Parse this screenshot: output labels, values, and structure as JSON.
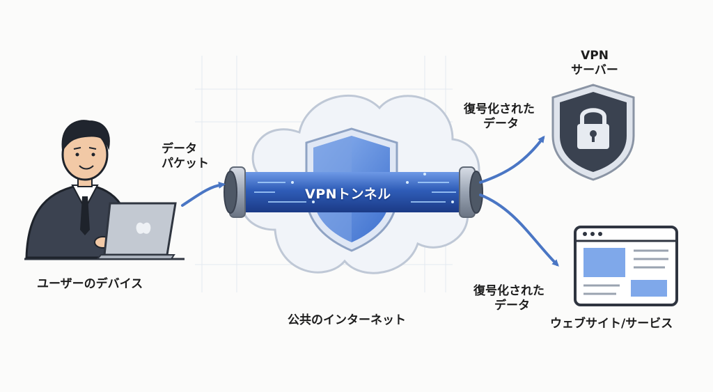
{
  "labels": {
    "user_device": "ユーザーのデバイス",
    "data_packet": "データ\nパケット",
    "vpn_tunnel": "VPNトンネル",
    "public_internet": "公共のインターネット",
    "vpn_server": "VPN\nサーバー",
    "decrypted_top": "復号化された\nデータ",
    "decrypted_bottom": "復号化された\nデータ",
    "website_service": "ウェブサイト/サービス"
  },
  "icons": {
    "user": "person-with-laptop-icon",
    "shield_center": "shield-icon",
    "lock_server": "lock-shield-icon",
    "browser": "browser-window-icon",
    "cloud": "cloud-icon"
  },
  "colors": {
    "tunnel_blue": "#2f5db8",
    "arrow_blue": "#4a76c4",
    "shield_dark": "#3a4250",
    "cloud_fill": "#f1f4f9"
  }
}
